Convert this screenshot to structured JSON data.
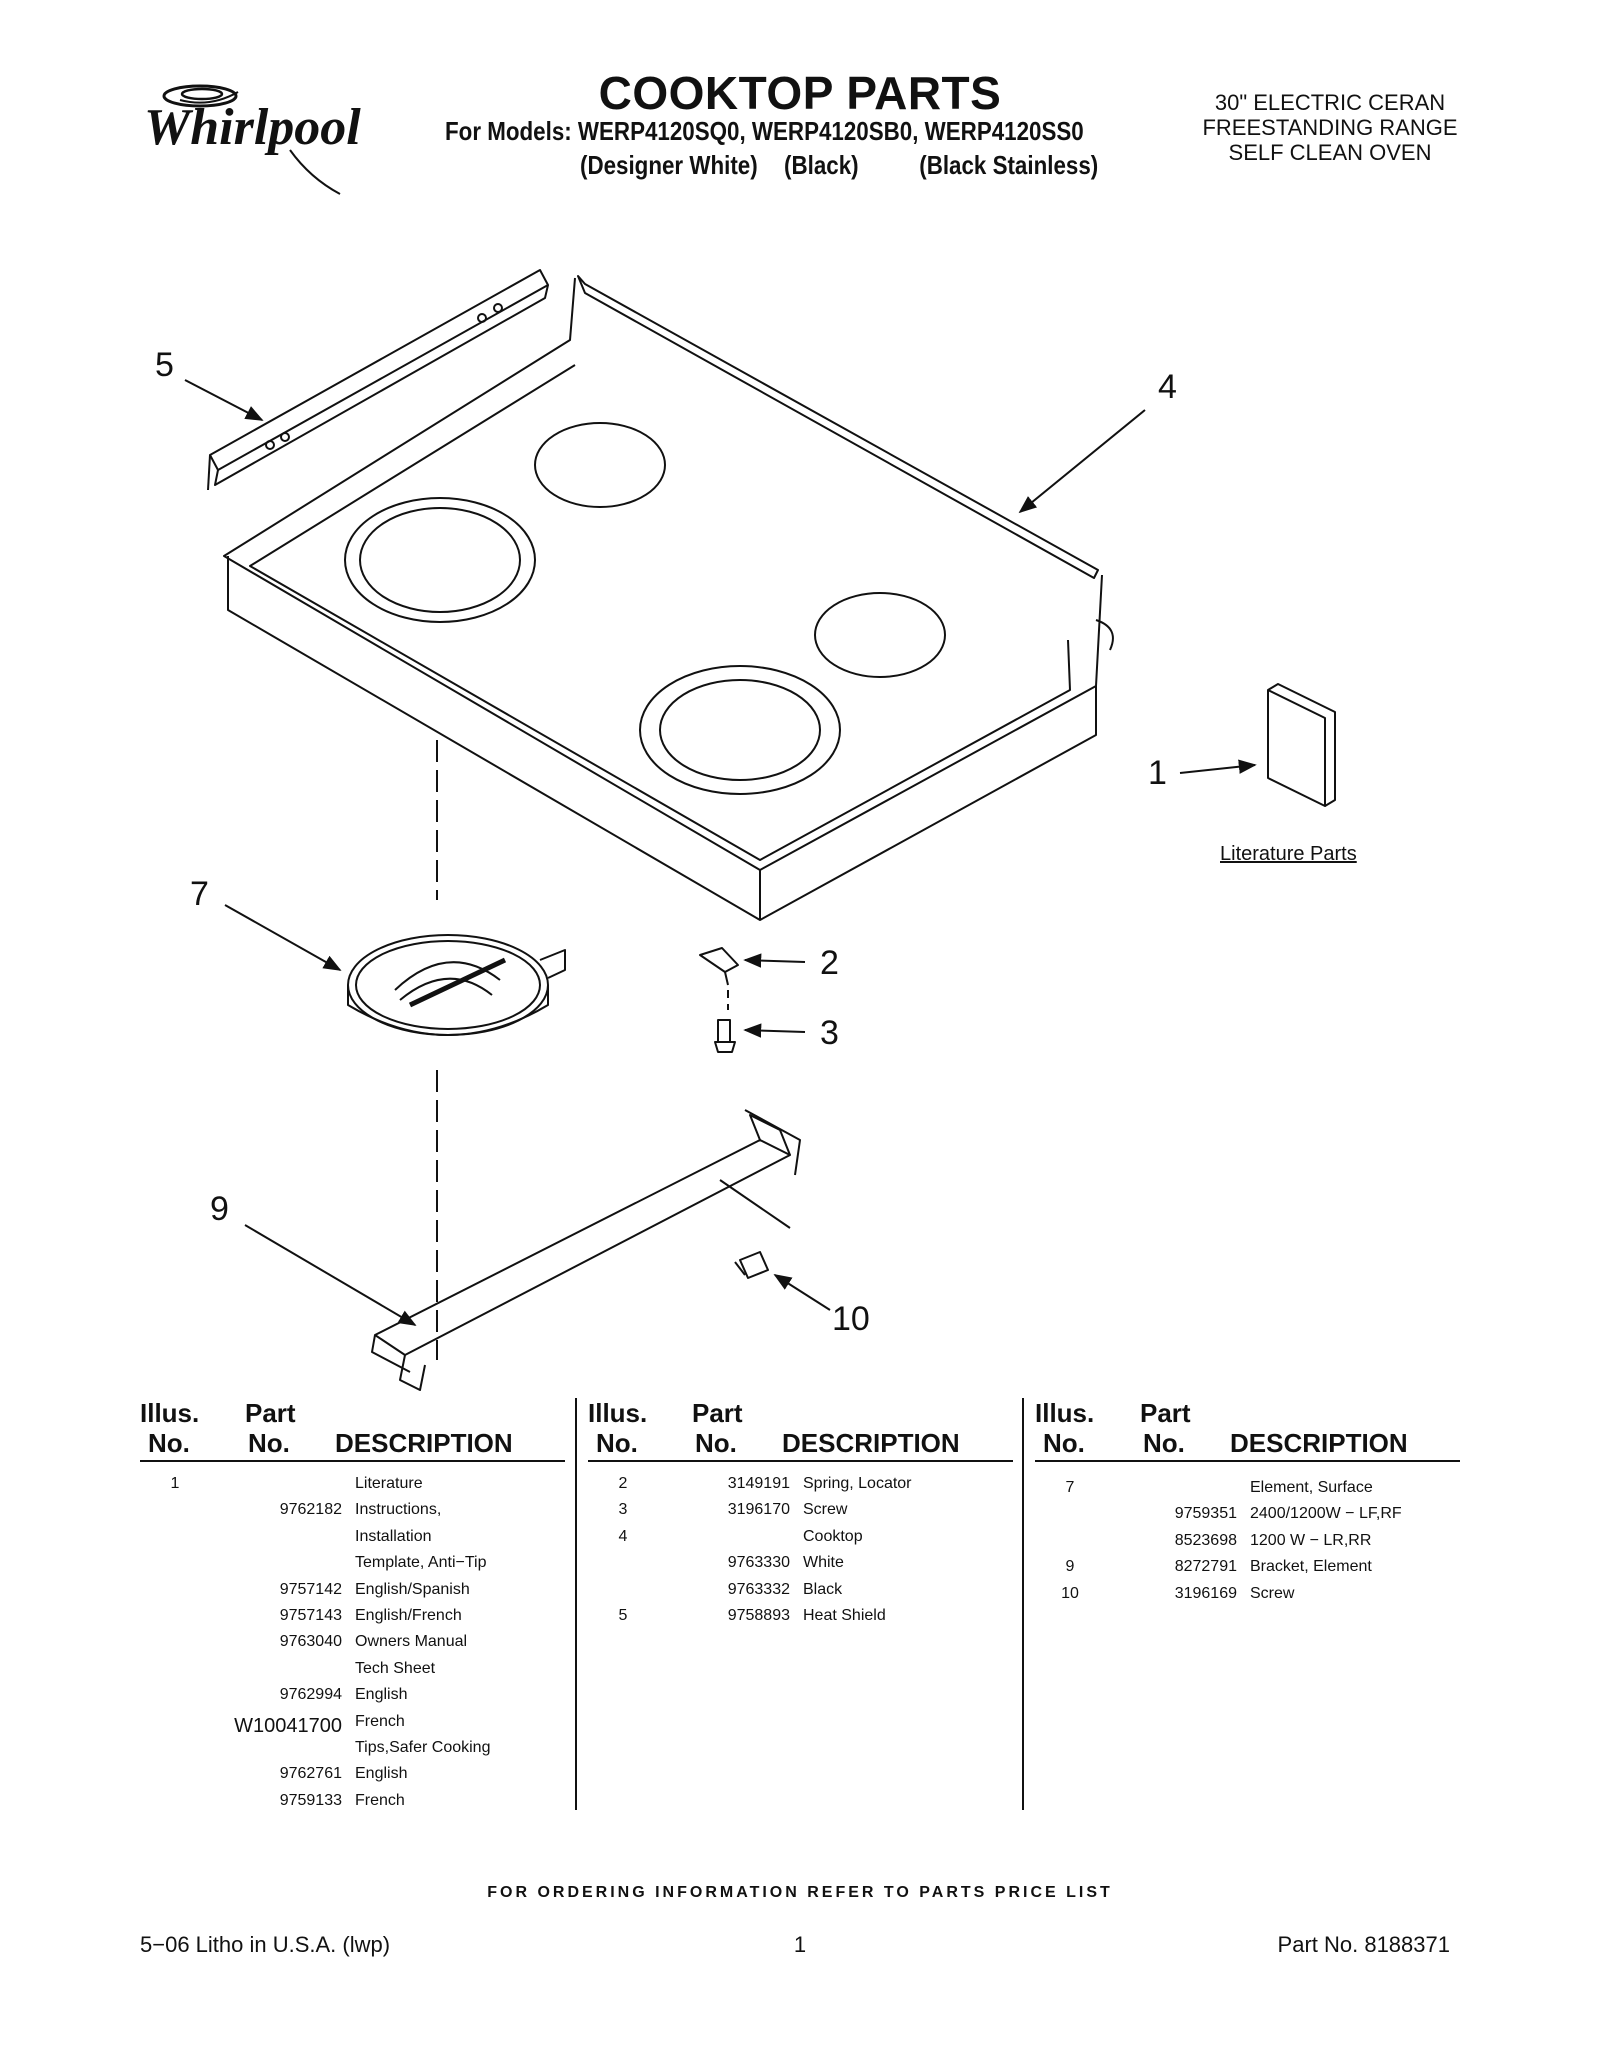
{
  "header": {
    "brand": "Whirlpool",
    "title": "COOKTOP PARTS",
    "models_line": "For Models: WERP4120SQ0, WERP4120SB0, WERP4120SS0",
    "finishes": [
      "(Designer White)",
      "(Black)",
      "(Black Stainless)"
    ],
    "range_description": [
      "30\" ELECTRIC CERAN",
      "FREESTANDING RANGE",
      "SELF CLEAN OVEN"
    ]
  },
  "diagram": {
    "callouts": [
      "1",
      "2",
      "3",
      "4",
      "5",
      "7",
      "9",
      "10"
    ],
    "literature_label": "Literature Parts"
  },
  "table": {
    "headers": {
      "illus": [
        "Illus.",
        "No."
      ],
      "part": [
        "Part",
        "No."
      ],
      "description": "DESCRIPTION"
    },
    "columns": [
      [
        {
          "illus": "1",
          "part": "",
          "desc": "Literature"
        },
        {
          "illus": "",
          "part": "9762182",
          "desc": "Instructions,"
        },
        {
          "illus": "",
          "part": "",
          "desc": "Installation"
        },
        {
          "illus": "",
          "part": "",
          "desc": "Template, Anti−Tip"
        },
        {
          "illus": "",
          "part": "9757142",
          "desc": "English/Spanish"
        },
        {
          "illus": "",
          "part": "9757143",
          "desc": "English/French"
        },
        {
          "illus": "",
          "part": "9763040",
          "desc": "Owners Manual"
        },
        {
          "illus": "",
          "part": "",
          "desc": "Tech Sheet"
        },
        {
          "illus": "",
          "part": "9762994",
          "desc": "English"
        },
        {
          "illus": "",
          "part": "W10041700",
          "desc": "French"
        },
        {
          "illus": "",
          "part": "",
          "desc": "Tips,Safer Cooking"
        },
        {
          "illus": "",
          "part": "9762761",
          "desc": "English"
        },
        {
          "illus": "",
          "part": "9759133",
          "desc": "French"
        }
      ],
      [
        {
          "illus": "2",
          "part": "3149191",
          "desc": "Spring, Locator"
        },
        {
          "illus": "3",
          "part": "3196170",
          "desc": "Screw"
        },
        {
          "illus": "4",
          "part": "",
          "desc": "Cooktop"
        },
        {
          "illus": "",
          "part": "9763330",
          "desc": "White"
        },
        {
          "illus": "",
          "part": "9763332",
          "desc": "Black"
        },
        {
          "illus": "5",
          "part": "9758893",
          "desc": "Heat Shield"
        }
      ],
      [
        {
          "illus": "7",
          "part": "",
          "desc": "Element, Surface"
        },
        {
          "illus": "",
          "part": "9759351",
          "desc": "2400/1200W − LF,RF"
        },
        {
          "illus": "",
          "part": "8523698",
          "desc": "1200 W − LR,RR"
        },
        {
          "illus": "9",
          "part": "8272791",
          "desc": "Bracket, Element"
        },
        {
          "illus": "10",
          "part": "3196169",
          "desc": "Screw"
        }
      ]
    ]
  },
  "footer": {
    "order_note": "FOR ORDERING INFORMATION REFER TO PARTS PRICE LIST",
    "litho": "5−06 Litho in U.S.A. (lwp)",
    "page": "1",
    "part_no": "Part No. 8188371"
  }
}
